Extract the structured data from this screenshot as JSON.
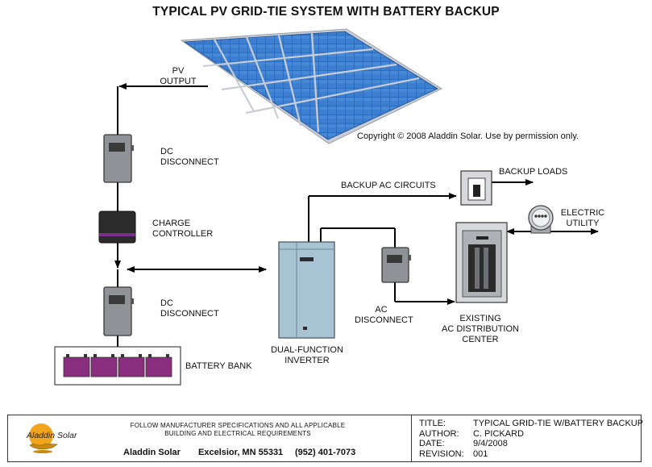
{
  "title": "TYPICAL PV GRID-TIE SYSTEM WITH BATTERY BACKUP",
  "labels": {
    "pv_output": [
      "PV",
      "OUTPUT"
    ],
    "dc_disconnect_top": [
      "DC",
      "DISCONNECT"
    ],
    "charge_controller": [
      "CHARGE",
      "CONTROLLER"
    ],
    "dc_disconnect_bottom": [
      "DC",
      "DISCONNECT"
    ],
    "battery_bank": "BATTERY BANK",
    "inverter": [
      "DUAL-FUNCTION",
      "INVERTER"
    ],
    "backup_ac_circuits": "BACKUP AC CIRCUITS",
    "backup_loads": "BACKUP LOADS",
    "electric_utility": [
      "ELECTRIC",
      "UTILITY"
    ],
    "ac_disconnect": [
      "AC",
      "DISCONNECT"
    ],
    "distribution_center": [
      "EXISTING",
      "AC DISTRIBUTION",
      "CENTER"
    ],
    "copyright": "Copyright © 2008 Aladdin Solar. Use by permission only."
  },
  "title_block": {
    "logo_text": "Aladdin Solar",
    "note_line1": "FOLLOW MANUFACTURER SPECIFICATIONS AND ALL APPLICABLE",
    "note_line2": "BUILDING AND ELECTRICAL REQUIREMENTS",
    "company": "Aladdin Solar",
    "city": "Excelsior, MN 55331",
    "phone": "(952) 401-7073",
    "fields": [
      {
        "key": "TITLE:",
        "value": "TYPICAL GRID-TIE W/BATTERY BACKUP"
      },
      {
        "key": "AUTHOR:",
        "value": "C. PICKARD"
      },
      {
        "key": "DATE:",
        "value": "9/4/2008"
      },
      {
        "key": "REVISION:",
        "value": "001"
      }
    ]
  },
  "colors": {
    "panel": "#1f5fb0",
    "panel_frame": "#c8cdd6",
    "device_gray": "#8f9296",
    "controller": "#2b2b2b",
    "controller_stripe": "#7a2f8c",
    "battery": "#8a2f80",
    "inverter": "#a8c3d4",
    "logo_sun": "#f2a51c"
  },
  "icons": [
    "solar-array-icon",
    "dc-disconnect-icon",
    "charge-controller-icon",
    "battery-icon",
    "inverter-icon",
    "ac-disconnect-icon",
    "backup-loads-panel-icon",
    "distribution-panel-icon",
    "utility-meter-icon",
    "aladdin-lamp-logo"
  ]
}
